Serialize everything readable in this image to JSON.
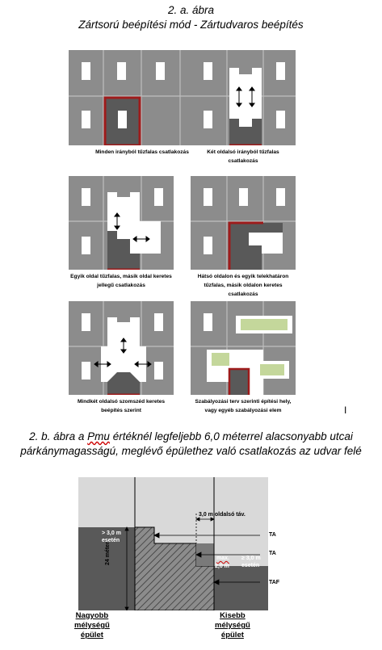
{
  "fig_a": {
    "title_line1": "2. a. ábra",
    "title_line2": "Zártsorú beépítési mód - Zártudvaros beépítés",
    "captions": [
      [
        "Minden irányból tűzfalas csatlakozás"
      ],
      [
        "Két oldalsó irányból tűzfalas",
        "csatlakozás"
      ],
      [
        "Egyik oldal tűzfalas, másik oldal keretes",
        "jellegű csatlakozás"
      ],
      [
        "Hátsó oldalon és egyik telekhatáron",
        "tűzfalas, másik oldalon keretes",
        "csatlakozás"
      ],
      [
        "Mindkét oldalsó szomszéd keretes",
        "beépítés szerint"
      ],
      [
        "Szabályozási terv szerinti építési hely,",
        "vagy egyéb szabályozási elem"
      ]
    ],
    "cursor_mark": "I"
  },
  "fig_b": {
    "title_prefix": "2. b. ábra a ",
    "title_pmu": "Pmu",
    "title_rest": " értéknél legfeljebb 6,0 méterrel alacsonyabb utcai",
    "title_line2": "párkánymagasságú, meglévő épülethez való csatlakozás az udvar felé",
    "label_side_distance": "3,0 m oldalsó táv.",
    "label_over3_line1": "> 3,0 m",
    "label_over3_line2": "esetén",
    "label_24m": "24 méter",
    "label_ta1": "TA",
    "label_ta2": "TA",
    "label_max": "max.",
    "label_2m": "2,0 m",
    "label_ge3_line1": "≥ 3,0 m",
    "label_ge3_line2": "esetén",
    "label_taf": "TAF",
    "left_building": [
      "Nagyobb",
      "mélységű",
      "épület"
    ],
    "right_building": [
      "Kisebb",
      "mélységű",
      "épület"
    ]
  },
  "colors": {
    "plot_gray": "#8c8c8c",
    "dark_building": "#595959",
    "firewall_red": "#9e1b1b",
    "green_zone": "#c4d79b",
    "light_bg": "#d9d9d9",
    "mid_gray": "#7a7a7a"
  }
}
